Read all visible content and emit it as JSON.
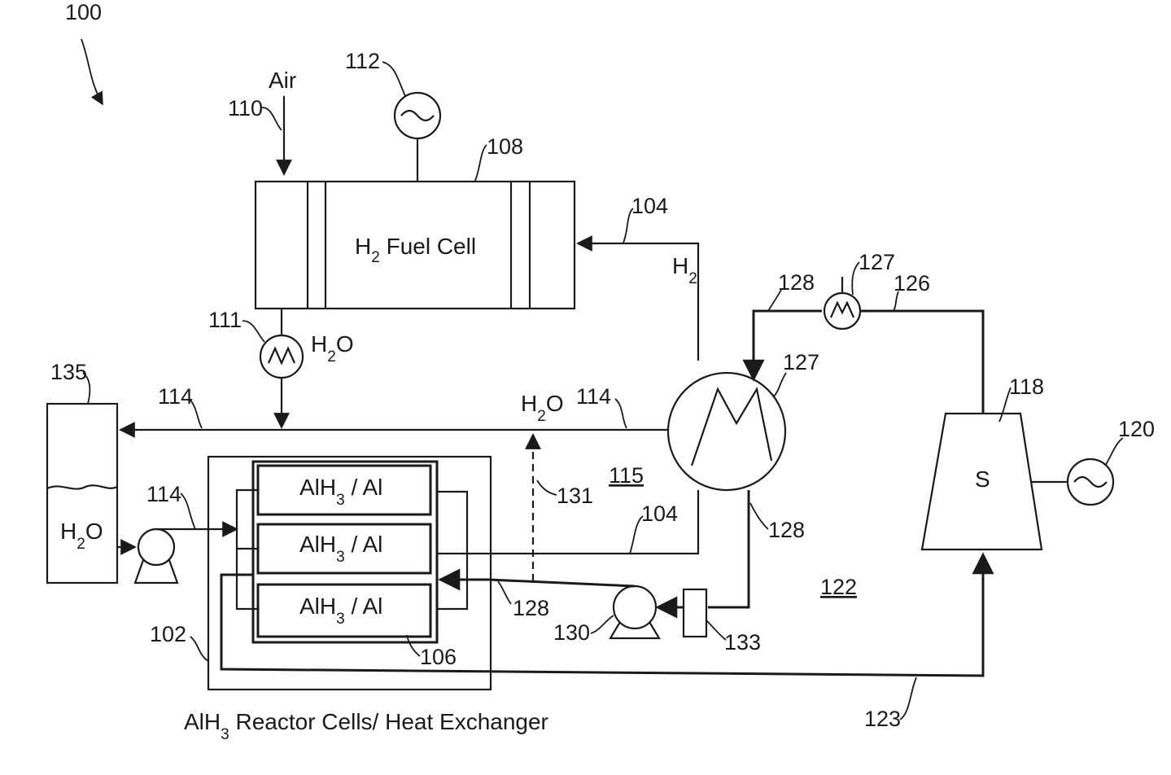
{
  "figure": {
    "ref_100": "100",
    "air": "Air",
    "ref_110": "110",
    "ref_112": "112",
    "ref_108": "108",
    "fuel_cell": {
      "h": "H",
      "sub": "2",
      "rest": " Fuel Cell"
    },
    "ref_104_top": "104",
    "h2_label": {
      "h": "H",
      "sub": "2"
    },
    "ref_111": "111",
    "h2o_fc": {
      "h": "H",
      "sub": "2",
      "o": "O"
    },
    "ref_128_top": "128",
    "ref_127_small": "127",
    "ref_126": "126",
    "ref_127_large": "127",
    "ref_135": "135",
    "ref_114_left": "114",
    "h2o_vapor": {
      "h": "H",
      "sub": "2",
      "o": "O"
    },
    "ref_114_mid": "114",
    "ref_118": "118",
    "ref_120": "120",
    "turbine_label": "S",
    "ref_115": "115",
    "ref_131": "131",
    "ref_114_pump": "114",
    "ref_104_mid": "104",
    "ref_128_right": "128",
    "tank_h2o": {
      "h": "H",
      "sub": "2",
      "o": "O"
    },
    "cells": [
      {
        "a": "AlH",
        "sub": "3",
        "b": " / Al"
      },
      {
        "a": "AlH",
        "sub": "3",
        "b": " / Al"
      },
      {
        "a": "AlH",
        "sub": "3",
        "b": " / Al"
      }
    ],
    "ref_122": "122",
    "ref_128_bottom": "128",
    "ref_130": "130",
    "ref_133": "133",
    "ref_102": "102",
    "ref_106": "106",
    "ref_123": "123",
    "caption": {
      "a": "AlH",
      "sub": "3",
      "b": " Reactor Cells/ Heat Exchanger"
    }
  }
}
